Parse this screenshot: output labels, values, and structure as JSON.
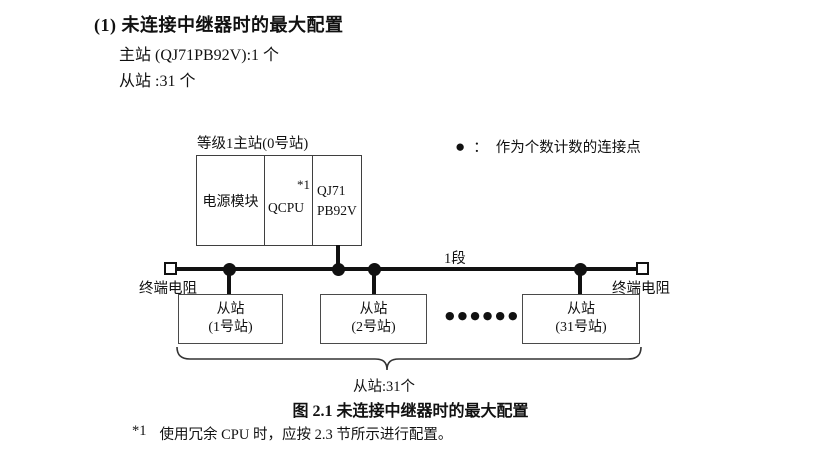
{
  "heading": {
    "title": "(1) 未连接中继器时的最大配置",
    "master_count_line": "主站 (QJ71PB92V):1 个",
    "slave_count_line": "从站 :31 个"
  },
  "diagram": {
    "master": {
      "label": "等级1主站(0号站)",
      "modules": [
        {
          "name": "电源模块"
        },
        {
          "name": "QCPU",
          "note": "*1"
        },
        {
          "name_line1": "QJ71",
          "name_line2": "PB92V"
        }
      ]
    },
    "legend": {
      "symbol": "●",
      "separator": "：",
      "text": "作为个数计数的连接点"
    },
    "segment_label": "1段",
    "terminator_left": "终端电阻",
    "terminator_right": "终端电阻",
    "slaves": [
      {
        "line1": "从站",
        "line2": "(1号站)"
      },
      {
        "line1": "从站",
        "line2": "(2号站)"
      },
      {
        "line1": "从站",
        "line2": "(31号站)"
      }
    ],
    "ellipsis": "●●●●●●",
    "brace_label": "从站:31个"
  },
  "caption": "图 2.1 未连接中继器时的最大配置",
  "footnote": {
    "marker": "*1",
    "text": "使用冗余 CPU 时，应按 2.3 节所示进行配置。"
  },
  "colors": {
    "text": "#111111",
    "line": "#111111",
    "box_border": "#4a4a4a",
    "background": "#ffffff"
  }
}
